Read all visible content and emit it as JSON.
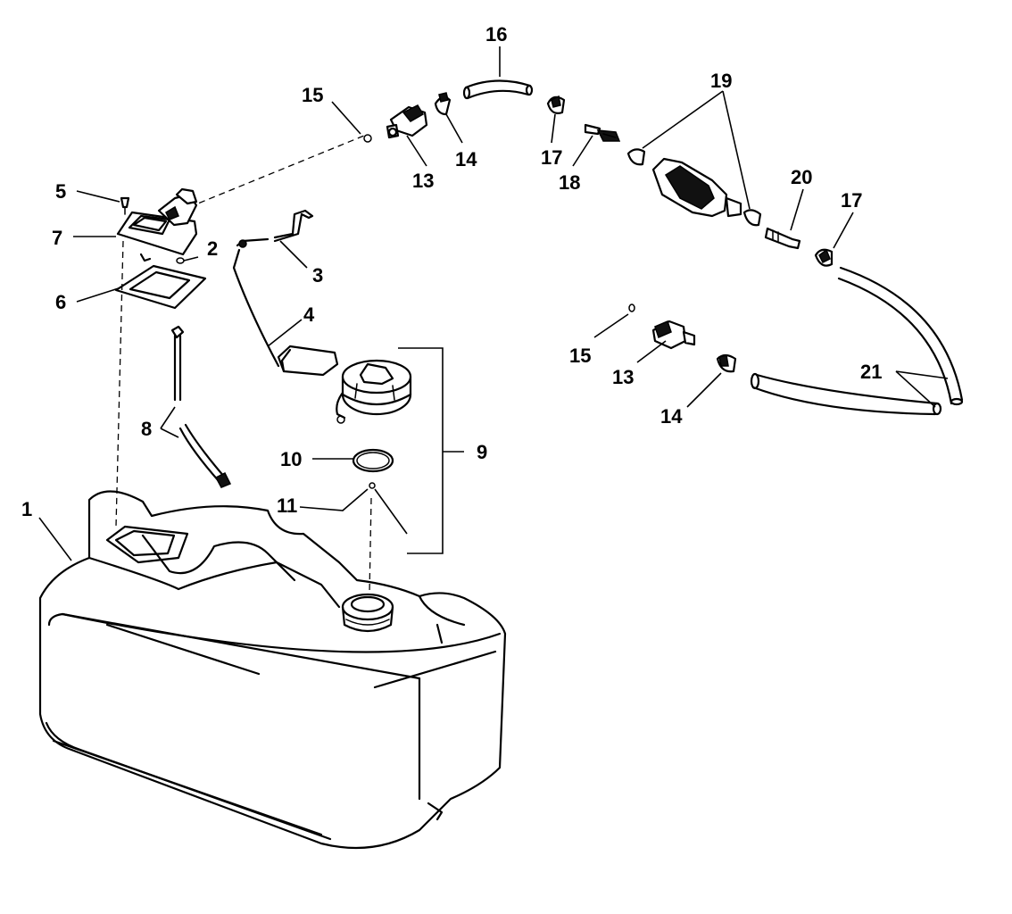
{
  "callouts": {
    "c1": "1",
    "c2": "2",
    "c3": "3",
    "c4": "4",
    "c5": "5",
    "c6": "6",
    "c7": "7",
    "c8": "8",
    "c9": "9",
    "c10": "10",
    "c11": "11",
    "c13a": "13",
    "c13b": "13",
    "c14a": "14",
    "c14b": "14",
    "c15a": "15",
    "c15b": "15",
    "c16": "16",
    "c17a": "17",
    "c17b": "17",
    "c18": "18",
    "c19": "19",
    "c20": "20",
    "c21": "21"
  },
  "colors": {
    "line": "#000000",
    "background": "#ffffff"
  }
}
